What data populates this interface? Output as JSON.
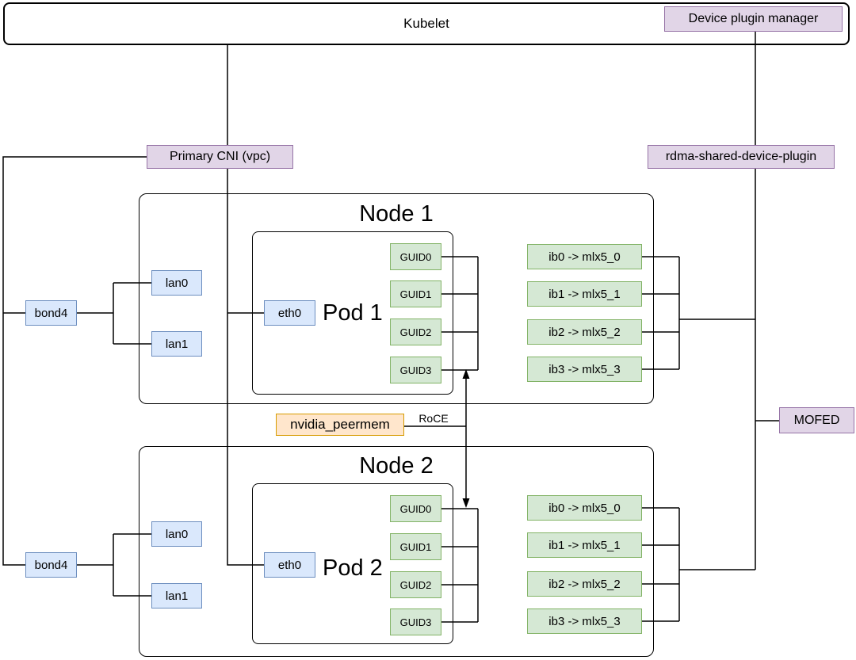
{
  "diagram": {
    "kubelet": "Kubelet",
    "device_plugin_manager": "Device plugin manager",
    "primary_cni": "Primary CNI (vpc)",
    "rdma_plugin": "rdma-shared-device-plugin",
    "mofed": "MOFED",
    "nvidia_peermem": "nvidia_peermem",
    "roce": "RoCE",
    "nodes": [
      {
        "title": "Node 1",
        "pod": "Pod 1",
        "bond": "bond4",
        "lans": [
          "lan0",
          "lan1"
        ],
        "eth": "eth0",
        "guids": [
          "GUID0",
          "GUID1",
          "GUID2",
          "GUID3"
        ],
        "ibs": [
          "ib0 -> mlx5_0",
          "ib1 -> mlx5_1",
          "ib2 -> mlx5_2",
          "ib3 -> mlx5_3"
        ]
      },
      {
        "title": "Node 2",
        "pod": "Pod 2",
        "bond": "bond4",
        "lans": [
          "lan0",
          "lan1"
        ],
        "eth": "eth0",
        "guids": [
          "GUID0",
          "GUID1",
          "GUID2",
          "GUID3"
        ],
        "ibs": [
          "ib0 -> mlx5_0",
          "ib1 -> mlx5_1",
          "ib2 -> mlx5_2",
          "ib3 -> mlx5_3"
        ]
      }
    ],
    "colors": {
      "purple_fill": "#E1D5E7",
      "purple_stroke": "#9673A6",
      "blue_fill": "#DAE8FC",
      "blue_stroke": "#6C8EBF",
      "green_fill": "#D5E8D4",
      "green_stroke": "#82B366",
      "orange_fill": "#FFE6CC",
      "orange_stroke": "#D79B00",
      "line": "#000000"
    }
  }
}
